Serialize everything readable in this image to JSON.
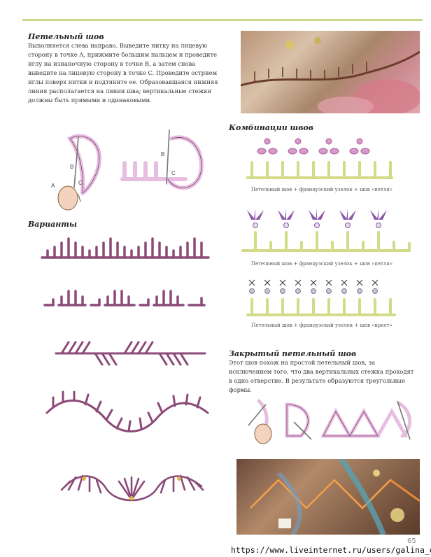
{
  "left_column": {
    "title": "Петельный шов",
    "body": "Выполняется слева направо. Выведите нитку на лицевую сторону в точке A, прижмите большим пальцем и проведите иглу на изнаночную сторону в точке B, а затем снова выведите на лицевую сторону в точке C. Проведите острием иглы поверх нитки и подтяните ее. Образовавшаяся нижняя линия располагается на линии шва; вертикальные стежки должны быть прямыми и одинаковыми.",
    "diagram_labels": {
      "a": "A",
      "b": "B",
      "c": "C",
      "b2": "B",
      "c2": "C"
    },
    "variants_title": "Варианты"
  },
  "right_column": {
    "combos_title": "Комбинации швов",
    "captions": [
      "Петельный шов + французский узелок + шов «петля»",
      "Петельный шов + французский узелок + шов «петля»",
      "Петельный шов + французский узелок + шов «крест»"
    ],
    "closed_title": "Закрытый петельный шов",
    "closed_body": "Этот шов похож на простой петельный шов, за исключением того, что два вертикальных стежка проходят в одно отверстие. В результате образуются треугольные формы."
  },
  "footer": {
    "url": "https://www.liveinternet.ru/users/galina_o",
    "page_number": "65"
  },
  "colors": {
    "accent_line": "#c9d98c",
    "stitch_purple": "#8b4a78",
    "stitch_pink": "#d8a9d2",
    "stitch_green": "#d3db86",
    "stitch_violet": "#8b57a8"
  }
}
